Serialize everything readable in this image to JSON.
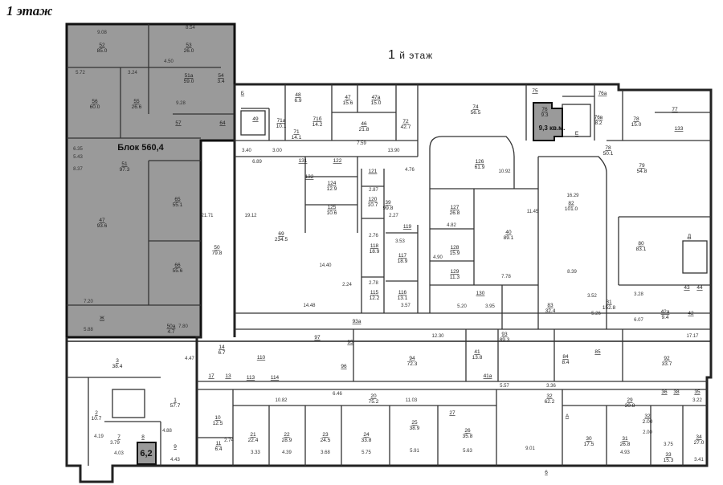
{
  "title": "1 этаж",
  "subtitle": {
    "num": "1",
    "suffix": "й этаж"
  },
  "highlights": {
    "block_label": "Блок 560,4",
    "unit_76_label": "9,3 кв.м.",
    "unit_small_label": "6,2",
    "accent_fill": "#9a9a9a"
  },
  "rooms": [
    {
      "num": "52",
      "area": "85.0"
    },
    {
      "num": "53",
      "area": "26.0"
    },
    {
      "num": "51а",
      "area": "59.0"
    },
    {
      "num": "56",
      "area": "60.0"
    },
    {
      "num": "55",
      "area": "26.6"
    },
    {
      "num": "54",
      "area": "3.4"
    },
    {
      "num": "57",
      "area": ""
    },
    {
      "num": "64",
      "area": ""
    },
    {
      "num": "51",
      "area": "97.3"
    },
    {
      "num": "47",
      "area": "93.6"
    },
    {
      "num": "65",
      "area": "55.1"
    },
    {
      "num": "66",
      "area": "55.6"
    },
    {
      "num": "Ж",
      "area": ""
    },
    {
      "num": "50",
      "area": "79.8"
    },
    {
      "num": "50а",
      "area": "4.7"
    },
    {
      "num": "48",
      "area": "6.9"
    },
    {
      "num": "47",
      "area": "15.6"
    },
    {
      "num": "47а",
      "area": "15.0"
    },
    {
      "num": "49",
      "area": ""
    },
    {
      "num": "71а",
      "area": "10.1"
    },
    {
      "num": "71",
      "area": "14.1"
    },
    {
      "num": "71б",
      "area": "14.2"
    },
    {
      "num": "46",
      "area": "21.8"
    },
    {
      "num": "72",
      "area": "42.7"
    },
    {
      "num": "74",
      "area": "56.5"
    },
    {
      "num": "75",
      "area": ""
    },
    {
      "num": "76",
      "area": "9.3"
    },
    {
      "num": "76а",
      "area": ""
    },
    {
      "num": "76в",
      "area": "8.2"
    },
    {
      "num": "Е",
      "area": ""
    },
    {
      "num": "78",
      "area": "15.0"
    },
    {
      "num": "77",
      "area": ""
    },
    {
      "num": "133",
      "area": ""
    },
    {
      "num": "78",
      "area": "50.1"
    },
    {
      "num": "126",
      "area": "61.9"
    },
    {
      "num": "131",
      "area": ""
    },
    {
      "num": "132",
      "area": ""
    },
    {
      "num": "122",
      "area": ""
    },
    {
      "num": "121",
      "area": ""
    },
    {
      "num": "124",
      "area": "12.9"
    },
    {
      "num": "125",
      "area": "10.6"
    },
    {
      "num": "120",
      "area": "10.7"
    },
    {
      "num": "69",
      "area": "234.5"
    },
    {
      "num": "39",
      "area": "99.8"
    },
    {
      "num": "119",
      "area": ""
    },
    {
      "num": "118",
      "area": "18.9"
    },
    {
      "num": "117",
      "area": "18.9"
    },
    {
      "num": "127",
      "area": "26.8"
    },
    {
      "num": "128",
      "area": "15.9"
    },
    {
      "num": "129",
      "area": "11.3"
    },
    {
      "num": "115",
      "area": "12.2"
    },
    {
      "num": "116",
      "area": "13.1"
    },
    {
      "num": "130",
      "area": ""
    },
    {
      "num": "40",
      "area": "89.1"
    },
    {
      "num": "82",
      "area": "101.0"
    },
    {
      "num": "79",
      "area": "54.8"
    },
    {
      "num": "80",
      "area": "83.1"
    },
    {
      "num": "Д",
      "area": ""
    },
    {
      "num": "81",
      "area": "152.8"
    },
    {
      "num": "83",
      "area": "32.4"
    },
    {
      "num": "43",
      "area": ""
    },
    {
      "num": "44",
      "area": ""
    },
    {
      "num": "42а",
      "area": "9.4"
    },
    {
      "num": "42",
      "area": ""
    },
    {
      "num": "93а",
      "area": ""
    },
    {
      "num": "93",
      "area": "89.3"
    },
    {
      "num": "94",
      "area": "72.3"
    },
    {
      "num": "41",
      "area": "13.8"
    },
    {
      "num": "41а",
      "area": ""
    },
    {
      "num": "84",
      "area": "8.4"
    },
    {
      "num": "85",
      "area": ""
    },
    {
      "num": "92",
      "area": "33.7"
    },
    {
      "num": "3",
      "area": "38.4"
    },
    {
      "num": "14",
      "area": "6.7"
    },
    {
      "num": "17",
      "area": ""
    },
    {
      "num": "13",
      "area": ""
    },
    {
      "num": "110",
      "area": ""
    },
    {
      "num": "113",
      "area": ""
    },
    {
      "num": "114",
      "area": ""
    },
    {
      "num": "96",
      "area": ""
    },
    {
      "num": "95",
      "area": ""
    },
    {
      "num": "97",
      "area": ""
    },
    {
      "num": "1",
      "area": "57.7"
    },
    {
      "num": "2",
      "area": "10.7"
    },
    {
      "num": "7",
      "area": ""
    },
    {
      "num": "8",
      "area": ""
    },
    {
      "num": "9",
      "area": ""
    },
    {
      "num": "10",
      "area": "12.5"
    },
    {
      "num": "11",
      "area": "6.4"
    },
    {
      "num": "20",
      "area": "75.2"
    },
    {
      "num": "21",
      "area": "22.4"
    },
    {
      "num": "22",
      "area": "28.9"
    },
    {
      "num": "23",
      "area": "24.5"
    },
    {
      "num": "24",
      "area": "33.8"
    },
    {
      "num": "25",
      "area": "38.9"
    },
    {
      "num": "27",
      "area": ""
    },
    {
      "num": "26",
      "area": "35.8"
    },
    {
      "num": "32",
      "area": "62.2"
    },
    {
      "num": "А",
      "area": ""
    },
    {
      "num": "30",
      "area": "17.5"
    },
    {
      "num": "31",
      "area": "26.8"
    },
    {
      "num": "29",
      "area": "30.8"
    },
    {
      "num": "32",
      "area": "2.00"
    },
    {
      "num": "33",
      "area": "15.3"
    },
    {
      "num": "34",
      "area": "27.0"
    },
    {
      "num": "35",
      "area": ""
    },
    {
      "num": "36",
      "area": ""
    },
    {
      "num": "38",
      "area": ""
    },
    {
      "num": "6",
      "area": ""
    },
    {
      "num": "Б",
      "area": ""
    }
  ],
  "dimensions": [
    "9.08",
    "8.54",
    "5.72",
    "3.24",
    "4.50",
    "9.28",
    "6.35",
    "5.43",
    "8.37",
    "7.20",
    "5.88",
    "7.80",
    "21.71",
    "19.12",
    "14.40",
    "14.48",
    "7.59",
    "13.90",
    "3.40",
    "3.00",
    "6.89",
    "4.76",
    "2.87",
    "2.27",
    "2.76",
    "3.53",
    "4.82",
    "4.90",
    "2.78",
    "2.24",
    "3.57",
    "5.20",
    "3.95",
    "7.78",
    "10.92",
    "11.45",
    "16.29",
    "8.39",
    "5.26",
    "3.52",
    "3.28",
    "6.07",
    "17.17",
    "12.30",
    "10.82",
    "11.03",
    "6.46",
    "5.57",
    "3.36",
    "4.88",
    "4.47",
    "4.43",
    "4.03",
    "3.79",
    "4.19",
    "2.74",
    "3.33",
    "4.39",
    "3.68",
    "5.75",
    "5.91",
    "5.63",
    "9.01",
    "4.93",
    "3.75",
    "3.41",
    "3.22",
    "2.00"
  ]
}
